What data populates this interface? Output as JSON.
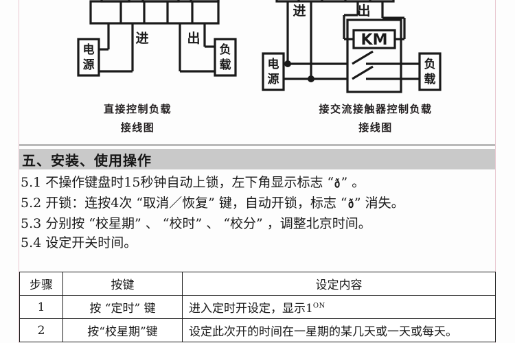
{
  "diagrams": {
    "left": {
      "name": "direct-load-wiring-diagram",
      "labels": {
        "in": "进",
        "out": "出",
        "power": "电源",
        "load": "负载"
      },
      "caption_line1": "直接控制负载",
      "caption_line2": "接线图"
    },
    "right": {
      "name": "ac-contactor-wiring-diagram",
      "labels": {
        "in": "进",
        "out": "出",
        "power": "电源",
        "load": "负载",
        "contactor": "KM"
      },
      "caption_line1": "接交流接触器控制负载",
      "caption_line2": "接线图"
    }
  },
  "section": {
    "heading": "五、安装、使用操作"
  },
  "paragraphs": [
    {
      "number": "5.1",
      "before": "不操作键盘时15秒钟自动上锁，左下角显示标志 “",
      "glyph": "ð",
      "after": "” 。"
    },
    {
      "number": "5.2",
      "before": "开锁：连按4次 “取消／恢复” 键，自动开锁，标志 “",
      "glyph": "ð",
      "after": "” 消失。"
    },
    {
      "number": "5.3",
      "before": "分别按 “校星期” 、 “校时” 、 “校分” ，调整北京时间。",
      "glyph": "",
      "after": ""
    },
    {
      "number": "5.4",
      "before": "设定开关时间。",
      "glyph": "",
      "after": ""
    }
  ],
  "table": {
    "headers": [
      "步骤",
      "按键",
      "设定内容"
    ],
    "rows": [
      {
        "step": "1",
        "key": "按 “定时” 键",
        "desc_main": "进入定时开设定，显示1",
        "desc_sup": "ON"
      },
      {
        "step": "2",
        "key": "按“校星期”键",
        "desc_main": "设定此次开的时间在一星期的某几天或一天或每天。",
        "desc_sup": ""
      }
    ]
  }
}
